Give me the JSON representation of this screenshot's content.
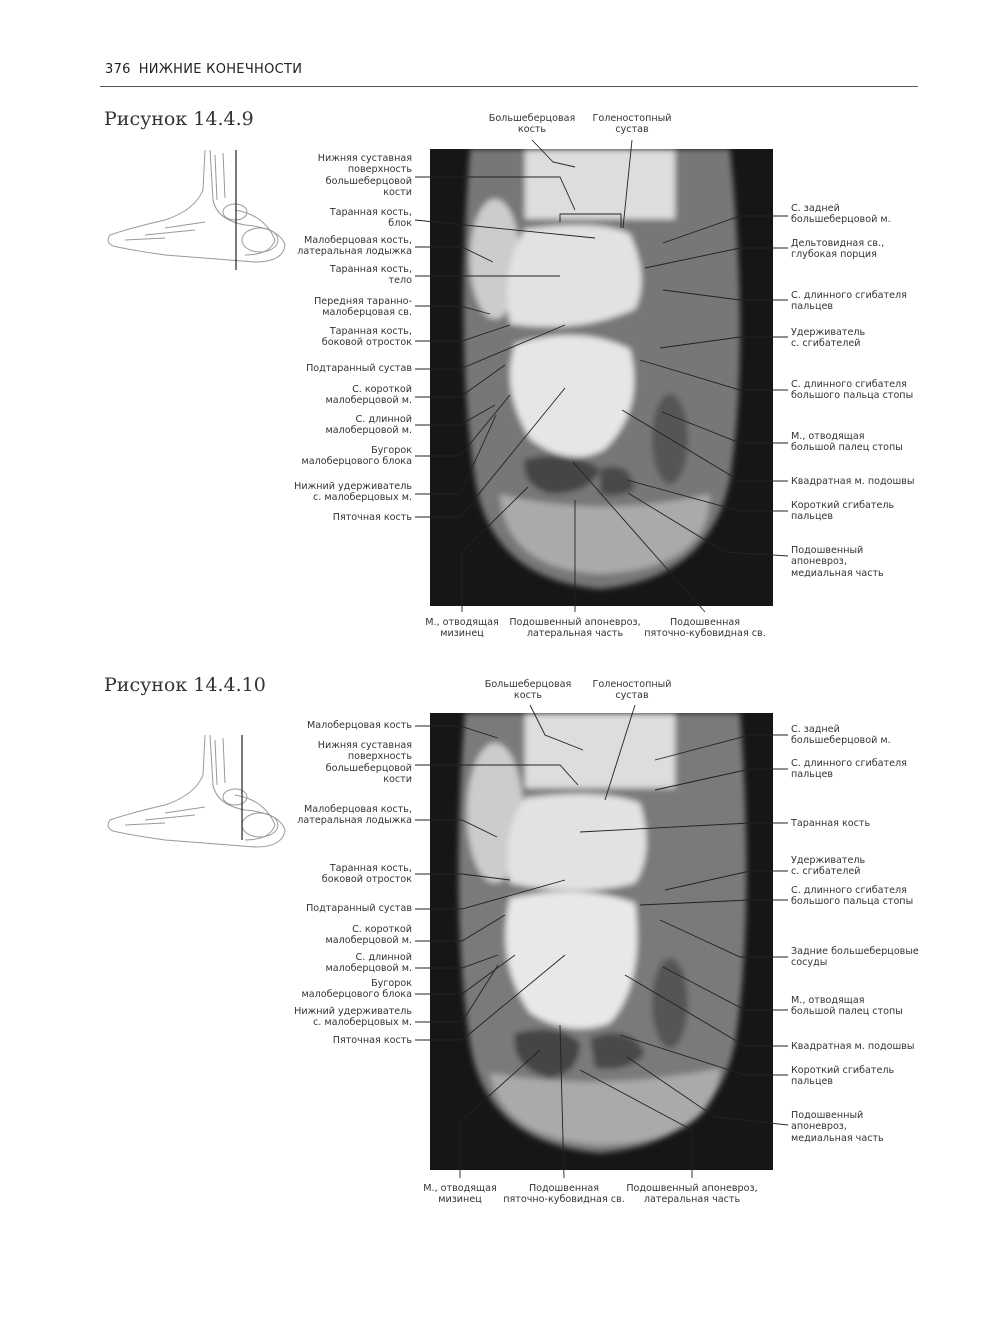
{
  "header": {
    "page_number": "376",
    "section": "НИЖНИЕ КОНЕЧНОСТИ"
  },
  "figures": [
    {
      "title": "Рисунок 14.4.9",
      "top_labels": [
        "Большеберцовая\nкость",
        "Голеностопный\nсустав"
      ],
      "left_labels": [
        "Нижняя суставная\nповерхность\nбольшеберцовой\nкости",
        "Таранная кость,\nблок",
        "Малоберцовая кость,\nлатеральная лодыжка",
        "Таранная кость,\nтело",
        "Передняя таранно-\nмалоберцовая св.",
        "Таранная кость,\nбоковой отросток",
        "Подтаранный сустав",
        "С. короткой\nмалоберцовой м.",
        "С. длинной\nмалоберцовой м.",
        "Бугорок\nмалоберцового блока",
        "Нижний удерживатель\nс. малоберцовых м.",
        "Пяточная кость"
      ],
      "right_labels": [
        "С. задней\nбольшеберцовой м.",
        "Дельтовидная св.,\nглубокая порция",
        "С. длинного сгибателя\nпальцев",
        "Удерживатель\nс. сгибателей",
        "С. длинного сгибателя\nбольшого пальца стопы",
        "М., отводящая\nбольшой палец стопы",
        "Квадратная м. подошвы",
        "Короткий сгибатель\nпальцев",
        "Подошвенный\nапоневроз,\nмедиальная часть"
      ],
      "bottom_labels": [
        "М., отводящая\nмизинец",
        "Подошвенный апоневроз,\nлатеральная часть",
        "Подошвенная\nпяточно-кубовидная св."
      ]
    },
    {
      "title": "Рисунок 14.4.10",
      "top_labels": [
        "Большеберцовая\nкость",
        "Голеностопный\nсустав"
      ],
      "left_labels": [
        "Малоберцовая кость",
        "Нижняя суставная\nповерхность\nбольшеберцовой\nкости",
        "Малоберцовая кость,\nлатеральная лодыжка",
        "Таранная кость,\nбоковой отросток",
        "Подтаранный сустав",
        "С. короткой\nмалоберцовой м.",
        "С. длинной\nмалоберцовой м.",
        "Бугорок\nмалоберцового блока",
        "Нижний удерживатель\nс. малоберцовых м.",
        "Пяточная кость"
      ],
      "right_labels": [
        "С. задней\nбольшеберцовой м.",
        "С. длинного сгибателя\nпальцев",
        "Таранная кость",
        "Удерживатель\nс. сгибателей",
        "С. длинного сгибателя\nбольшого пальца стопы",
        "Задние большеберцовые\nсосуды",
        "М., отводящая\nбольшой палец стопы",
        "Квадратная м. подошвы",
        "Короткий сгибатель\nпальцев",
        "Подошвенный\nапоневроз,\nмедиальная часть"
      ],
      "bottom_labels": [
        "М., отводящая\nмизинец",
        "Подошвенная\nпяточно-кубовидная св.",
        "Подошвенный апоневроз,\nлатеральная часть"
      ]
    }
  ]
}
